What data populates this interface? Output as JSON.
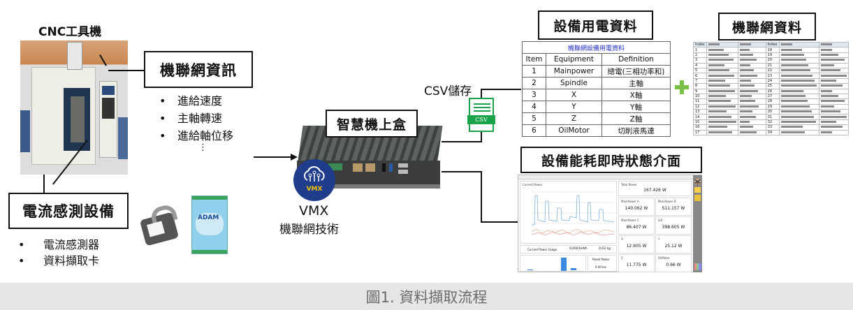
{
  "cnc": {
    "title": "CNC工具機"
  },
  "iot_info": {
    "title": "機聯網資訊",
    "items": [
      "進給速度",
      "主軸轉速",
      "進給軸位移"
    ],
    "more": "⋮"
  },
  "current_sensing": {
    "title": "電流感測設備",
    "items": [
      "電流感測器",
      "資料擷取卡"
    ],
    "module_brand": "ADAM"
  },
  "box": {
    "title": "智慧機上盒"
  },
  "vmx": {
    "logo_text": "VMX",
    "title": "VMX",
    "subtitle": "機聯網技術"
  },
  "csv": {
    "label": "CSV儲存",
    "icon_text": "CSV",
    "color": "#1aa34a"
  },
  "power_data": {
    "title": "設備用電資料",
    "table_title": "機聯網設備用電資料",
    "headers": [
      "Item",
      "Equipment",
      "Definition"
    ],
    "rows": [
      [
        "1",
        "Mainpower",
        "總電(三相功率和)"
      ],
      [
        "2",
        "Spindle",
        "主軸"
      ],
      [
        "3",
        "X",
        "X軸"
      ],
      [
        "4",
        "Y",
        "Y軸"
      ],
      [
        "5",
        "Z",
        "Z軸"
      ],
      [
        "6",
        "OilMotor",
        "切削液馬達"
      ]
    ]
  },
  "plus_color": "#7ac143",
  "machine_data": {
    "title": "機聯網資料",
    "headers": [
      "Index",
      "",
      "",
      "Index",
      "",
      ""
    ],
    "left_index": [
      "1",
      "2",
      "3",
      "4",
      "5",
      "6",
      "7",
      "8",
      "9",
      "10",
      "11",
      "12",
      "13",
      "14",
      "15",
      "16",
      "17"
    ],
    "right_index": [
      "18",
      "19",
      "20",
      "21",
      "22",
      "23",
      "24",
      "25",
      "26",
      "27",
      "28",
      "29",
      "30",
      "31",
      "32",
      "33",
      "34"
    ]
  },
  "dashboard": {
    "title": "設備能耗即時狀態介面",
    "chart_title": "Current Power",
    "total_label": "Total Power",
    "total_value": "167.426 W",
    "cells": [
      {
        "label": "MainPower A",
        "value": "140.062 W"
      },
      {
        "label": "MainPower B",
        "value": "511.157 W"
      },
      {
        "label": "MainPower C",
        "value": "86.407 W"
      },
      {
        "label": "S/S",
        "value": "398.605 W"
      },
      {
        "label": "X",
        "value": "12.905 W"
      },
      {
        "label": "Y",
        "value": "25.12 W"
      },
      {
        "label": "Z",
        "value": "11.775 W"
      },
      {
        "label": "OilMotor",
        "value": "0.66 W"
      }
    ],
    "usage_label": "Current Power Usage",
    "usage_kwh": "0.0001kWh",
    "usage_kg": "0.03 kg",
    "reset_label": "Reset Power",
    "reset_value": "0.00 kw"
  },
  "caption": "圖1. 資料擷取流程"
}
